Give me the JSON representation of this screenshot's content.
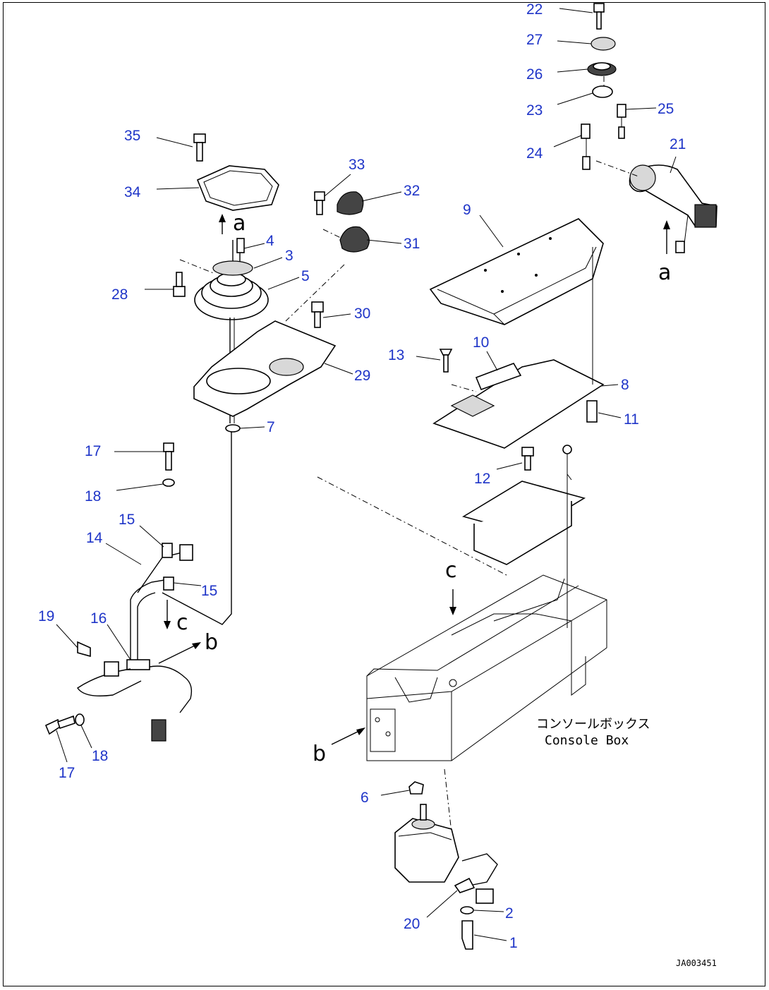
{
  "diagram": {
    "callouts": [
      "22",
      "27",
      "26",
      "23",
      "25",
      "24",
      "21",
      "35",
      "34",
      "33",
      "32",
      "31",
      "9",
      "4",
      "3",
      "5",
      "28",
      "30",
      "13",
      "10",
      "29",
      "8",
      "11",
      "7",
      "17",
      "18",
      "12",
      "15",
      "14",
      "15",
      "19",
      "16",
      "17",
      "18",
      "6",
      "2",
      "20",
      "1"
    ],
    "view_letters": {
      "a_top": "a",
      "a_right": "a",
      "c_mid": "c",
      "c_left": "c",
      "b_left": "b",
      "b_mid": "b"
    },
    "caption": {
      "jp": "コンソールボックス",
      "en": "Console Box"
    },
    "drawing_code": "JA003451"
  }
}
